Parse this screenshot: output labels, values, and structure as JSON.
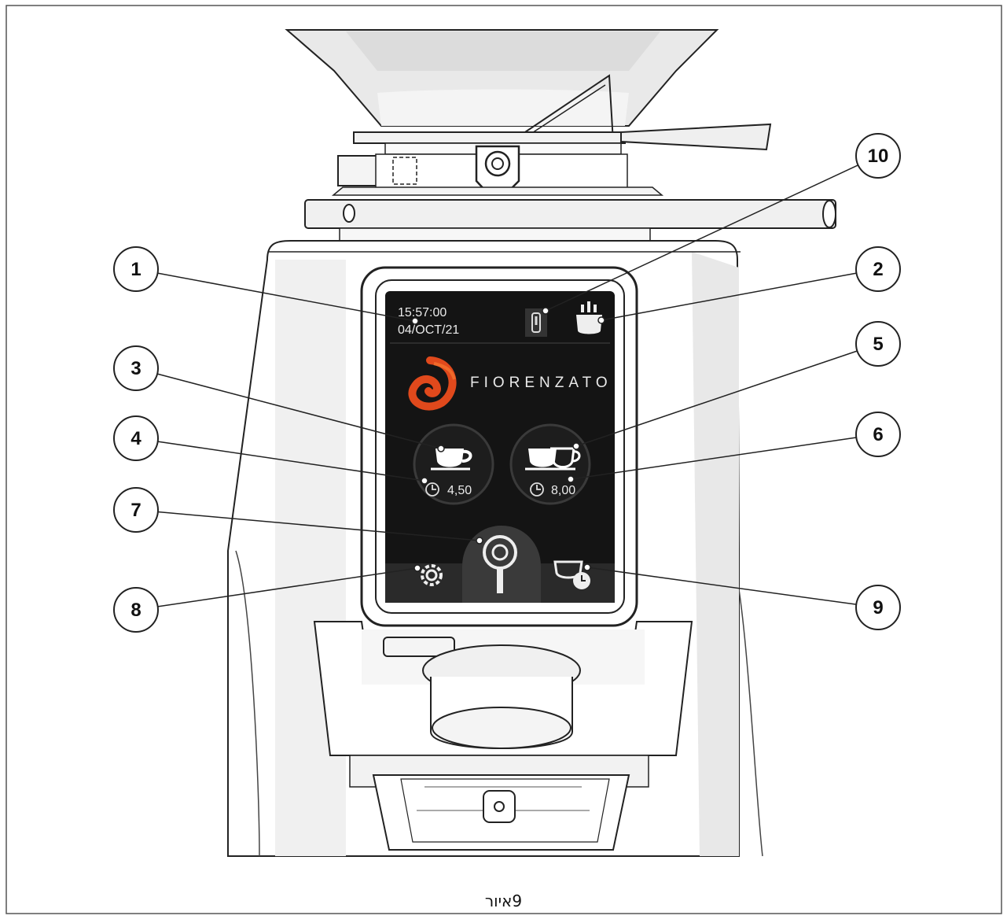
{
  "figure": {
    "caption": "9איור"
  },
  "screen": {
    "time": "15:57:00",
    "date": "04/OCT/21",
    "brand": "FIORENZATO",
    "single_dose_value": "4,50",
    "double_dose_value": "8,00"
  },
  "callouts": [
    {
      "number": "1",
      "target": "time-date"
    },
    {
      "number": "2",
      "target": "dose-counter-icon"
    },
    {
      "number": "3",
      "target": "single-cup-button"
    },
    {
      "number": "4",
      "target": "single-dose-time"
    },
    {
      "number": "5",
      "target": "double-cup-button"
    },
    {
      "number": "6",
      "target": "double-dose-time"
    },
    {
      "number": "7",
      "target": "portafilter-button"
    },
    {
      "number": "8",
      "target": "settings-button"
    },
    {
      "number": "9",
      "target": "manual-dose-button"
    },
    {
      "number": "10",
      "target": "alert-icon"
    }
  ],
  "colors": {
    "screen_bg": "#141414",
    "brand_orange": "#e0491c",
    "outline": "#222222",
    "shading": "#e6e6e6"
  }
}
